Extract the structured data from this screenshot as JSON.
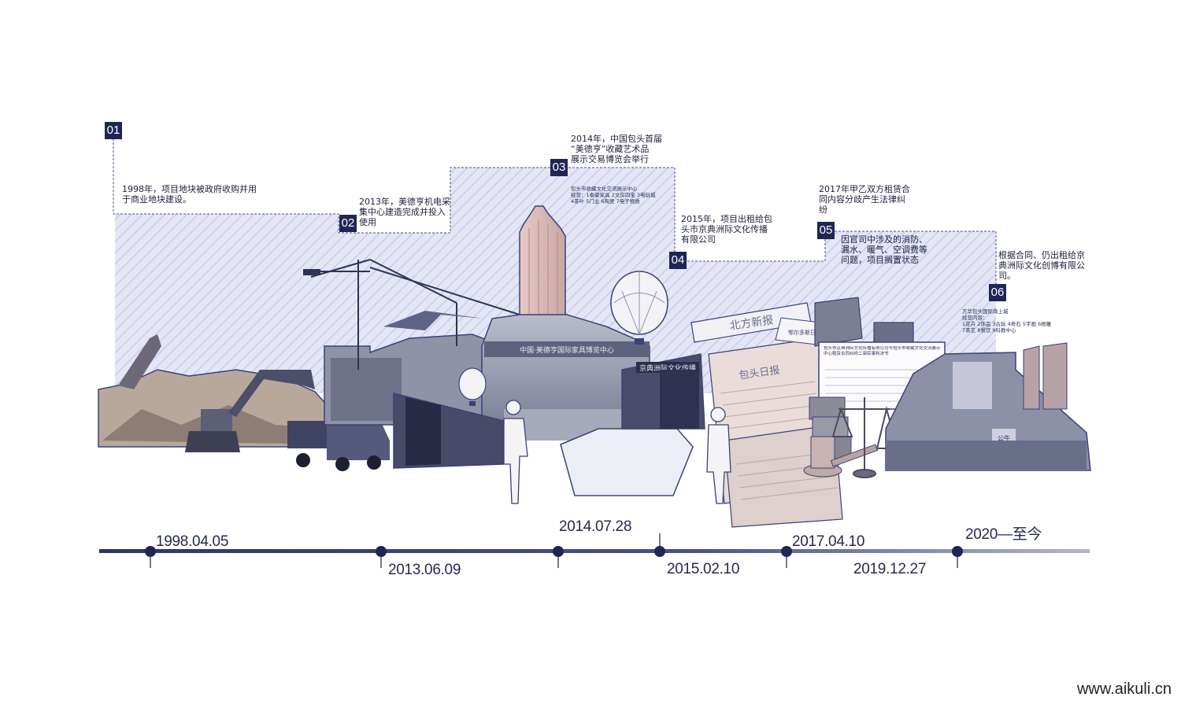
{
  "milestones": [
    {
      "num": "01",
      "text": [
        "1998年，项目地块被政府收购并用",
        "于商业地块建设。"
      ]
    },
    {
      "num": "02",
      "text": [
        "2013年，美德亨机电采",
        "集中心建造完成并投入",
        "使用"
      ]
    },
    {
      "num": "03",
      "text": [
        "2014年，中国包头首届",
        "“美德亨”收藏艺术品",
        "展示交易博览会举行"
      ]
    },
    {
      "num": "04",
      "text": [
        "2015年，项目出租给包",
        "头市京典洲际文化传播",
        "有限公司"
      ]
    },
    {
      "num": "05",
      "text_top": [
        "2017年甲乙双方租赁合",
        "同内容分歧产生法律纠",
        "纷"
      ],
      "text_bottom": [
        "因官司中涉及的消防、",
        "漏水、暖气、空调费等",
        "问题，项目搁置状态"
      ]
    },
    {
      "num": "06",
      "text": [
        "根据合同、仍出租给京",
        "典洲际文化创博有限公",
        "司。"
      ]
    }
  ],
  "details": {
    "exhibit_center": [
      "包头市收藏文化交流展示中心",
      "经营：1泰豪家具 2文房四宝 3电玩城",
      "4茶叶 5门业 6陶瓷 7电子物质"
    ],
    "mall": [
      "方华包头国际商上城",
      "经营内容：",
      "1花卉 2饰品 3古玩 4奇石 5宇画 6根雕",
      "7茶艺 8餐饮 9科教中心"
    ]
  },
  "timeline": {
    "dates": [
      "1998.04.05",
      "2013.06.09",
      "2014.07.28",
      "2015.02.10",
      "2017.04.10",
      "2019.12.27",
      "2020—至今"
    ]
  },
  "signage": {
    "building_sign": "中国·美德亨国际家具博览中心",
    "shop_sign": "京典洲际文化传播",
    "newspaper_1": "北方新报",
    "newspaper_2": "包头日报",
    "newspaper_3": "鄂尔多斯日报",
    "doc_title": "包头市京典洲际文化传播有限公司与包头市收藏文化交流展示中心租赁合同纠纷二审民事判决书",
    "mall_sign": "公牛"
  },
  "watermark": "www.aikuli.cn",
  "colors": {
    "navy": "#1f2654",
    "line": "#3a4277",
    "hatch": "#c9cbe9",
    "photo": "#9aa0b6"
  }
}
